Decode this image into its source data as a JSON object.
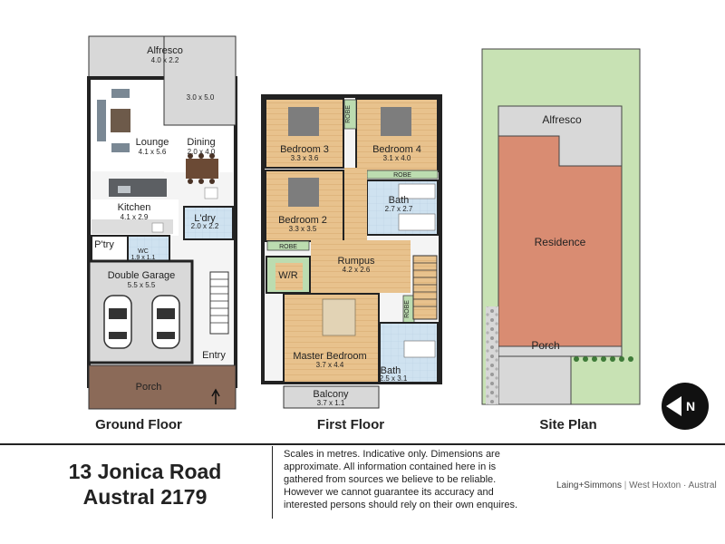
{
  "ground_floor": {
    "title": "Ground Floor",
    "rooms": {
      "alfresco": {
        "name": "Alfresco",
        "dim": "4.0 x 2.2"
      },
      "alfresco_ext": {
        "dim": "3.0 x 5.0"
      },
      "lounge": {
        "name": "Lounge",
        "dim": "4.1 x 5.6"
      },
      "dining": {
        "name": "Dining",
        "dim": "2.0 x 4.0"
      },
      "kitchen": {
        "name": "Kitchen",
        "dim": "4.1 x 2.9"
      },
      "laundry": {
        "name": "L'dry",
        "dim": "2.0 x 2.2"
      },
      "pantry": {
        "name": "P'try"
      },
      "wc": {
        "name": "WC",
        "dim": "1.9 x 1.1"
      },
      "garage": {
        "name": "Double Garage",
        "dim": "5.5 x 5.5"
      },
      "entry": {
        "name": "Entry"
      },
      "porch": {
        "name": "Porch"
      }
    }
  },
  "first_floor": {
    "title": "First Floor",
    "rooms": {
      "bed3": {
        "name": "Bedroom 3",
        "dim": "3.3 x 3.6"
      },
      "bed4": {
        "name": "Bedroom 4",
        "dim": "3.1 x 4.0"
      },
      "bed2": {
        "name": "Bedroom 2",
        "dim": "3.3 x 3.5"
      },
      "bath": {
        "name": "Bath",
        "dim": "2.7 x 2.7"
      },
      "rumpus": {
        "name": "Rumpus",
        "dim": "4.2 x 2.6"
      },
      "wr": {
        "name": "W/R"
      },
      "master": {
        "name": "Master Bedroom",
        "dim": "3.7 x 4.4"
      },
      "ensuite": {
        "name": "Bath",
        "dim": "2.5 x 3.1"
      },
      "balcony": {
        "name": "Balcony",
        "dim": "3.7 x 1.1"
      },
      "robe": "ROBE"
    }
  },
  "site_plan": {
    "title": "Site Plan",
    "alfresco": "Alfresco",
    "residence": "Residence",
    "porch": "Porch"
  },
  "address": {
    "line1": "13 Jonica Road",
    "line2": "Austral 2179"
  },
  "disclaimer": "Scales in metres. Indicative only. Dimensions are approximate. All information contained here in is gathered from sources we believe to be reliable. However we cannot guarantee its accuracy and interested persons should rely on their own enquires.",
  "agency": {
    "brand": "Laing+Simmons",
    "office": "West Hoxton · Austral"
  },
  "colors": {
    "floor_wood": "#e7c08a",
    "tile": "#cfe3f2",
    "garage": "#d8d8d8",
    "porch": "#8b6a58",
    "residence": "#d98c72",
    "lawn": "#c8e2b4",
    "robe": "#bcdcb0"
  }
}
